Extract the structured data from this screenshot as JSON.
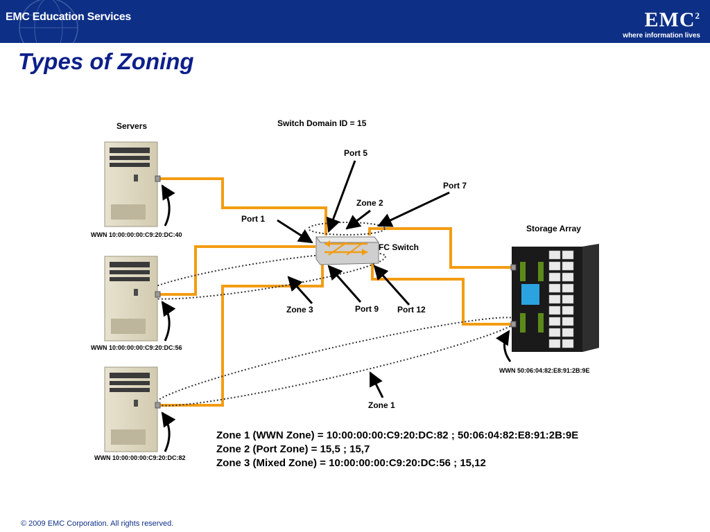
{
  "header": {
    "left_logo": "EMC Education Services",
    "brand": "EMC",
    "brand_superscript": "2",
    "tagline": "where information lives"
  },
  "title": "Types of Zoning",
  "diagram": {
    "servers_label": "Servers",
    "switch_domain": "Switch Domain ID = 15",
    "storage_label": "Storage Array",
    "fc_switch_label": "FC Switch",
    "port1": "Port 1",
    "port5": "Port 5",
    "port7": "Port 7",
    "port9": "Port 9",
    "port12": "Port 12",
    "zone1": "Zone 1",
    "zone2": "Zone 2",
    "zone3": "Zone 3",
    "wwn_server1": "WWN 10:00:00:00:C9:20:DC:40",
    "wwn_server2": "WWN 10:00:00:00:C9:20:DC:56",
    "wwn_server3": "WWN 10:00:00:00:C9:20:DC:82",
    "wwn_storage": "WWN 50:06:04:82:E8:91:2B:9E",
    "colors": {
      "cable": "#f39c12",
      "header": "#0d2f86",
      "title": "#0c1f8a"
    }
  },
  "zone_definitions": [
    "Zone 1 (WWN Zone) = 10:00:00:00:C9:20:DC:82 ;  50:06:04:82:E8:91:2B:9E",
    "Zone 2 (Port Zone) = 15,5 ; 15,7",
    "Zone 3 (Mixed Zone) = 10:00:00:00:C9:20:DC:56 ; 15,12"
  ],
  "footer": "© 2009 EMC Corporation. All rights reserved."
}
